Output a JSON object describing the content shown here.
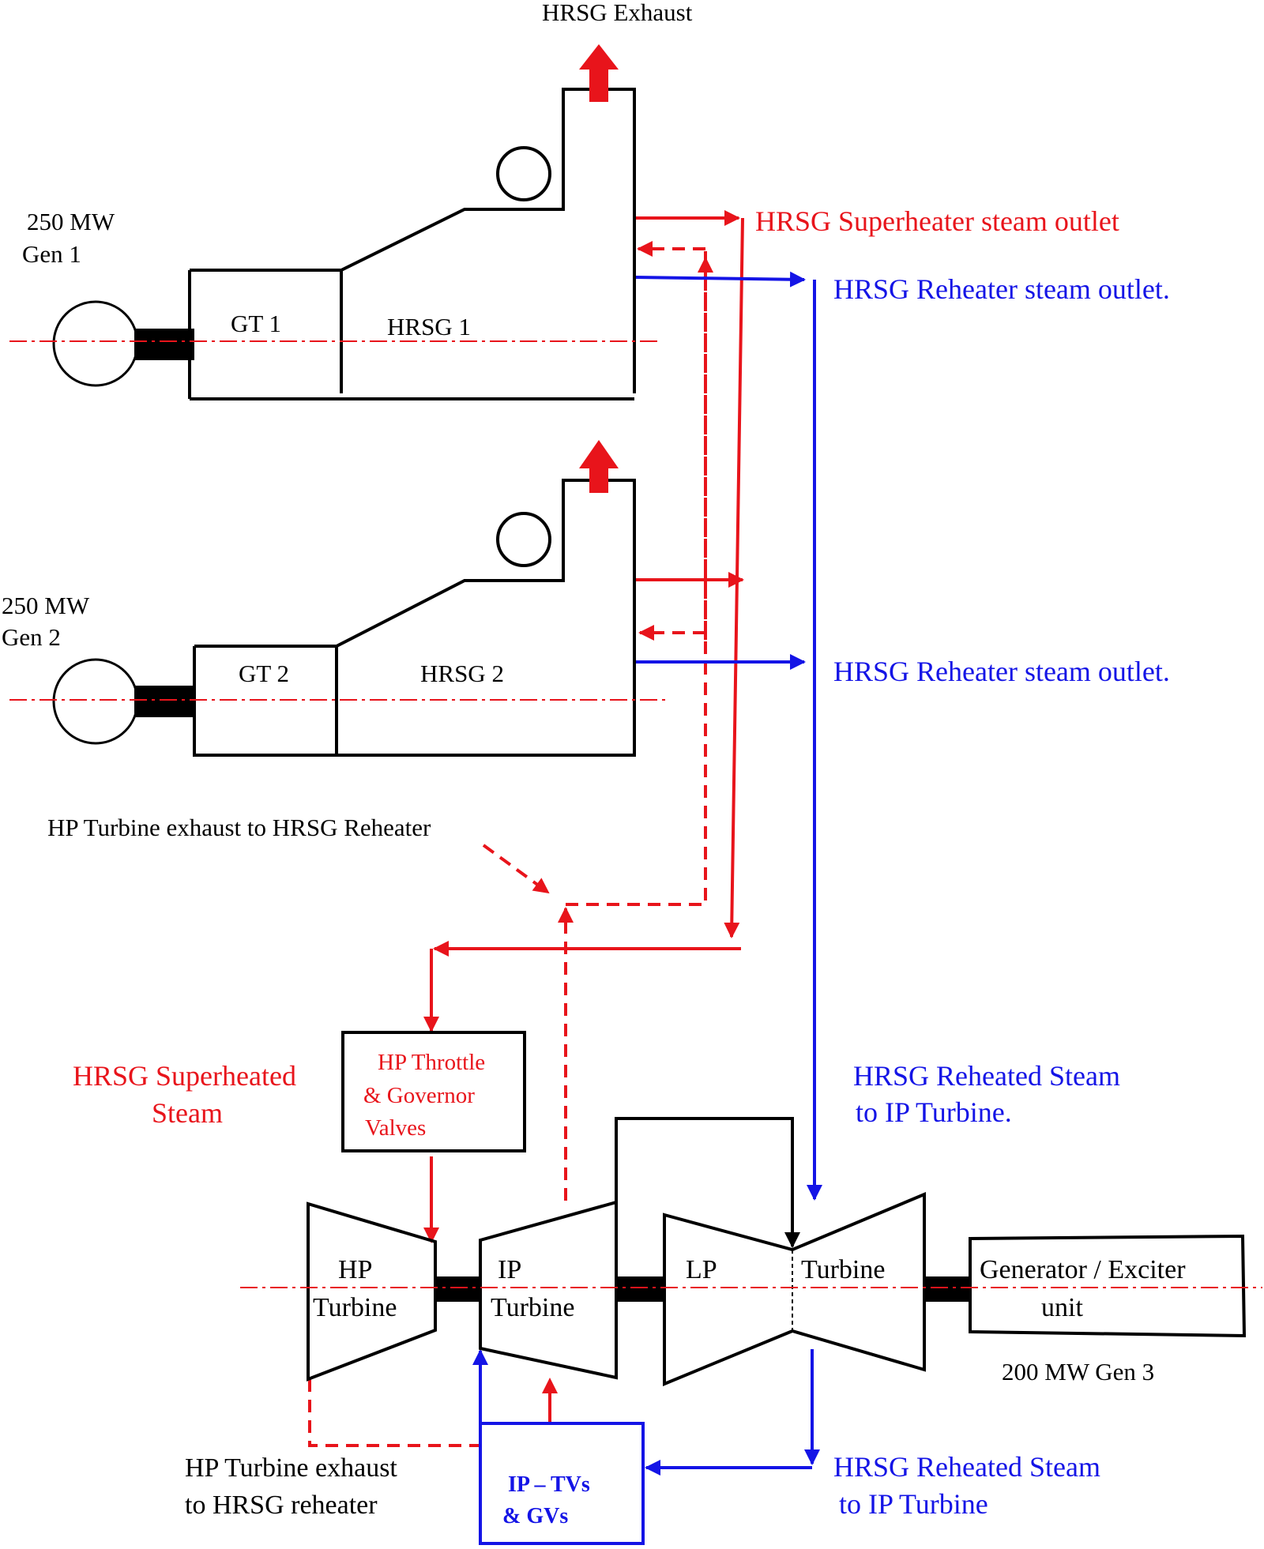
{
  "labels": {
    "hrsg_exhaust": "HRSG Exhaust",
    "gen1_rating": "250 MW",
    "gen1_name": "Gen 1",
    "gen2_rating": "250 MW",
    "gen2_name": "Gen 2",
    "gt1": "GT 1",
    "hrsg1": "HRSG 1",
    "gt2": "GT 2",
    "hrsg2": "HRSG 2",
    "superheater_outlet": "HRSG Superheater steam outlet",
    "reheater_outlet_1": "HRSG Reheater steam outlet.",
    "reheater_outlet_2": "HRSG Reheater steam outlet.",
    "hp_exhaust_top": "HP Turbine exhaust to HRSG Reheater",
    "superheated_steam_line1": "HRSG Superheated",
    "superheated_steam_line2": "Steam",
    "throttle_line1": "HP Throttle",
    "throttle_line2": "& Governor",
    "throttle_line3": "Valves",
    "reheated_top_line1": "HRSG Reheated Steam",
    "reheated_top_line2": "to IP Turbine.",
    "hp_line1": "HP",
    "hp_line2": "Turbine",
    "ip_line1": "IP",
    "ip_line2": "Turbine",
    "lp": "LP",
    "lp_turbine": "Turbine",
    "gen_exciter_line1": "Generator / Exciter",
    "gen_exciter_line2": "unit",
    "gen3": "200 MW Gen 3",
    "hp_exhaust_bottom_line1": "HP Turbine exhaust",
    "hp_exhaust_bottom_line2": "to HRSG reheater",
    "ip_tvs_line1": "IP – TVs",
    "ip_tvs_line2": "& GVs",
    "reheated_bottom_line1": "HRSG Reheated Steam",
    "reheated_bottom_line2": "to IP Turbine"
  },
  "colors": {
    "superheated_steam": "#e8141b",
    "reheated_steam": "#1414e6",
    "equipment": "#000000"
  }
}
